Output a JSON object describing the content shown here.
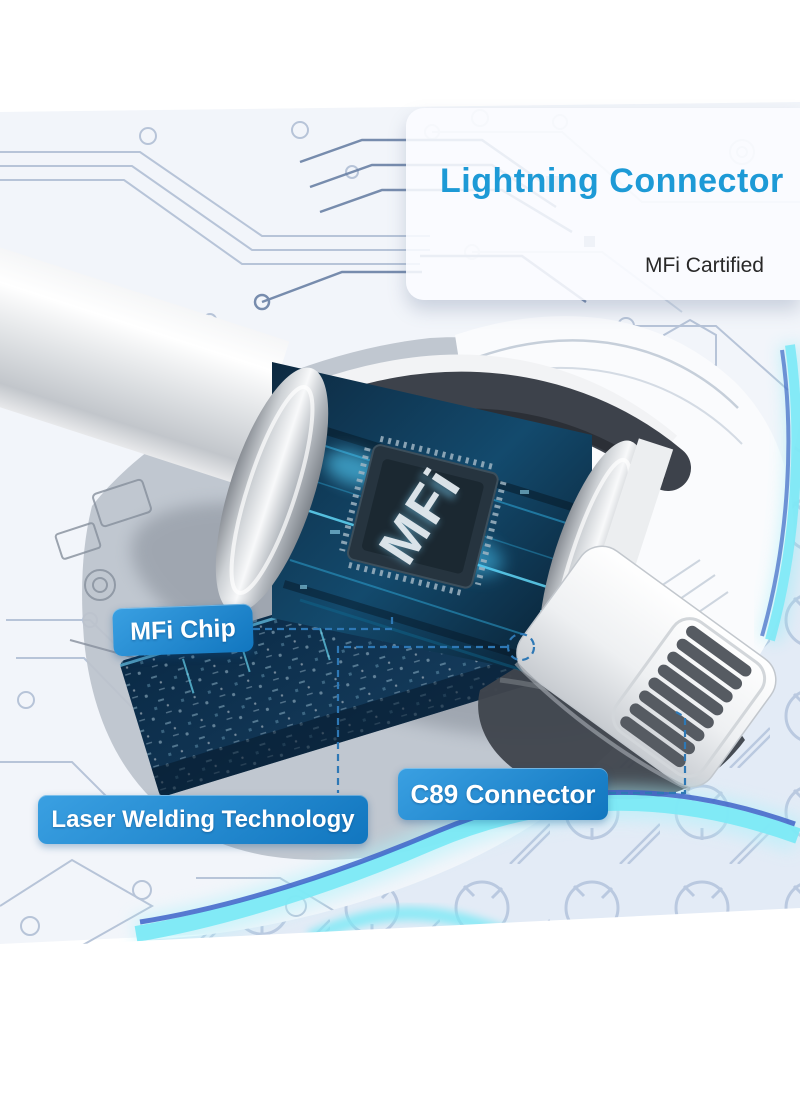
{
  "card": {
    "title": "Lightning Connector",
    "subtitle": "MFi Cartified"
  },
  "chip": {
    "label": "MFi"
  },
  "callouts": {
    "mfi_chip": "MFi Chip",
    "laser_welding": "Laser Welding Technology",
    "c89": "C89 Connector"
  },
  "colors": {
    "title_blue": "#1d9ad6",
    "subtitle_dark": "#282828",
    "badge_blue_light": "#3aa0e2",
    "badge_blue_dark": "#1176bf",
    "dashed_line": "#2e78b5",
    "glow_cyan": "#7ce9f6",
    "glow_inner_blue": "#3f63c8",
    "pcb_dark": "#0a2a46",
    "cable_white": "#f2f3f4"
  }
}
